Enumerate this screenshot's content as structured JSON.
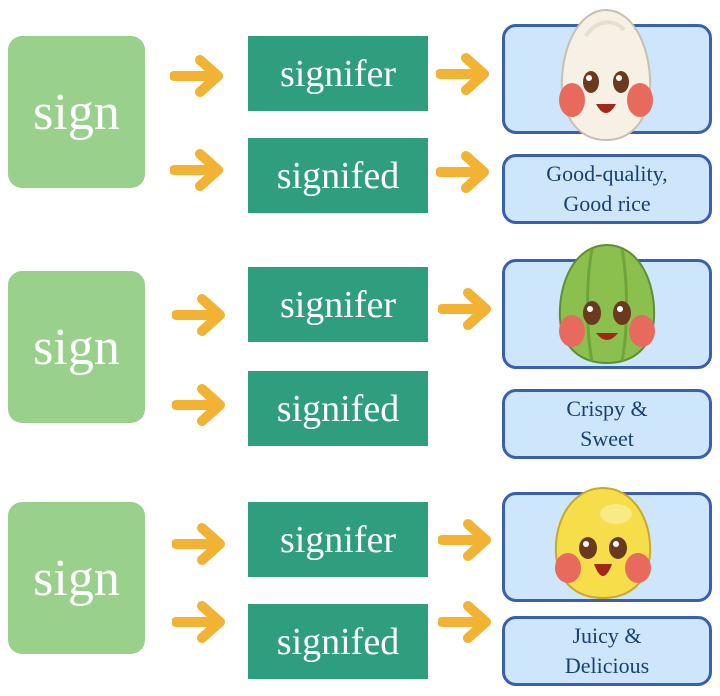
{
  "rows": [
    {
      "sign": "sign",
      "signifier": "signifer",
      "signified": "signifed",
      "label_lines": [
        "Good-quality,",
        "Good rice"
      ],
      "character": "rice-grain"
    },
    {
      "sign": "sign",
      "signifier": "signifer",
      "signified": "signifed",
      "label_lines": [
        "Crispy &",
        "Sweet"
      ],
      "character": "guava"
    },
    {
      "sign": "sign",
      "signifier": "signifer",
      "signified": "signifed",
      "label_lines": [
        "Juicy &",
        "Delicious"
      ],
      "character": "mango"
    }
  ],
  "colors": {
    "sign_box": "#99d18c",
    "signifier_box": "#2e9e7e",
    "arrow": "#f2b233",
    "label_box": "#cde6fb",
    "label_border": "#3a5fb0",
    "label_text": "#173f7a"
  }
}
